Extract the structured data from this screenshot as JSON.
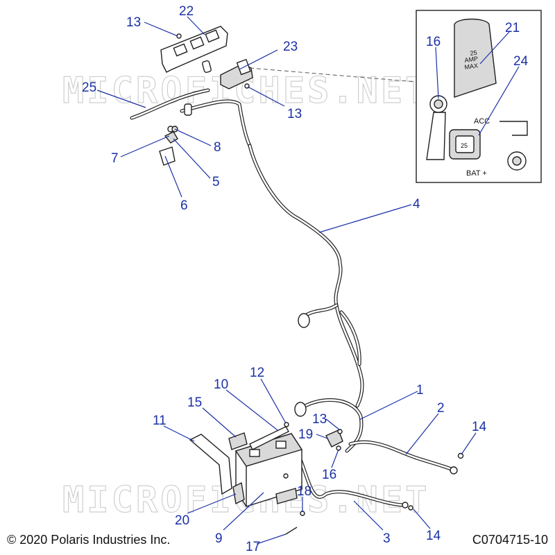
{
  "watermark": "MICROFICHES.NET",
  "footer": {
    "copyright": "© 2020 Polaris Industries Inc.",
    "code": "C0704715-10"
  },
  "inset": {
    "fuse_top": "25",
    "fuse_mid": "AMP",
    "fuse_bot": "MAX",
    "acc_label": "ACC",
    "fuse_number": "25",
    "bat_label": "BAT +"
  },
  "callouts": [
    {
      "id": "c13a",
      "label": "13"
    },
    {
      "id": "c22",
      "label": "22"
    },
    {
      "id": "c23",
      "label": "23"
    },
    {
      "id": "c25",
      "label": "25"
    },
    {
      "id": "c13b",
      "label": "13"
    },
    {
      "id": "c8",
      "label": "8"
    },
    {
      "id": "c7",
      "label": "7"
    },
    {
      "id": "c5",
      "label": "5"
    },
    {
      "id": "c6",
      "label": "6"
    },
    {
      "id": "c16a",
      "label": "16"
    },
    {
      "id": "c21",
      "label": "21"
    },
    {
      "id": "c24",
      "label": "24"
    },
    {
      "id": "c4",
      "label": "4"
    },
    {
      "id": "c12",
      "label": "12"
    },
    {
      "id": "c10",
      "label": "10"
    },
    {
      "id": "c15",
      "label": "15"
    },
    {
      "id": "c11",
      "label": "11"
    },
    {
      "id": "c1",
      "label": "1"
    },
    {
      "id": "c2",
      "label": "2"
    },
    {
      "id": "c14a",
      "label": "14"
    },
    {
      "id": "c13c",
      "label": "13"
    },
    {
      "id": "c19",
      "label": "19"
    },
    {
      "id": "c16b",
      "label": "16"
    },
    {
      "id": "c18",
      "label": "18"
    },
    {
      "id": "c20",
      "label": "20"
    },
    {
      "id": "c9",
      "label": "9"
    },
    {
      "id": "c3",
      "label": "3"
    },
    {
      "id": "c14b",
      "label": "14"
    },
    {
      "id": "c17",
      "label": "17"
    }
  ]
}
